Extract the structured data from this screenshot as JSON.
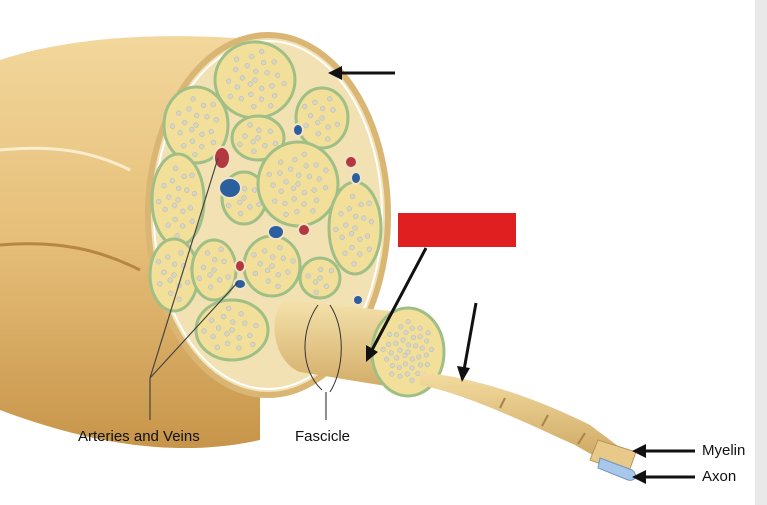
{
  "labels": {
    "arteries_veins": "Arteries and Veins",
    "fascicle": "Fascicle",
    "myelin": "Myelin",
    "axon": "Axon"
  },
  "colors": {
    "nerve_tan": "#e8c888",
    "nerve_shadow": "#c99a4e",
    "perineurium_green": "#9fbf86",
    "fascicle_fill": "#f1df9a",
    "axon_dot": "#d5d5c8",
    "artery_red": "#b3383f",
    "vein_blue": "#2c5f9e",
    "axon_blue": "#a8c8ea",
    "redacted_box": "#e02020",
    "arrow_black": "#111111"
  },
  "icons": {
    "label_arrow": "arrow-left-icon",
    "pointer_arrow": "arrow-down-icon"
  }
}
